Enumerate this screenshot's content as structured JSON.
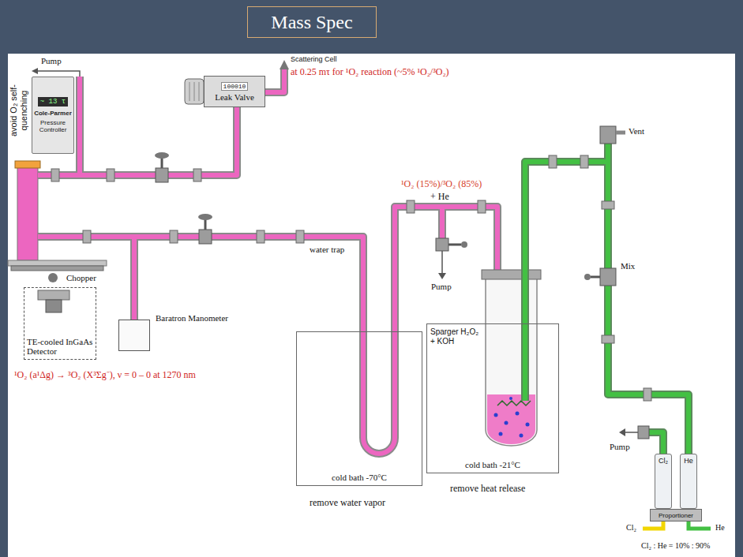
{
  "diagram": {
    "title": "Mass Spec",
    "nodes": [
      {
        "text": [
          "~ 13 τ",
          "Cole-Parmer",
          "Pressure Controller"
        ]
      },
      {
        "text": [
          "100010",
          "Leak Valve"
        ]
      },
      {
        "text": [
          "TE-cooled InGaAs Detector"
        ]
      },
      {
        "text": [
          "Baratron Manometer"
        ]
      },
      {
        "text": [
          "cold bath -70°C"
        ]
      },
      {
        "text": [
          "Sparger H₂O₂ + KOH",
          "cold bath -21°C"
        ]
      },
      {
        "text": [
          "Cl₂"
        ]
      },
      {
        "text": [
          "He"
        ]
      },
      {
        "text": [
          "Proportioner"
        ]
      }
    ],
    "labels": [
      "avoid O₂ self-quenching",
      "Pump",
      "Scattering Cell",
      "at 0.25 mτ for ¹O₂ reaction (~5% ¹O₂/³O₂)",
      "Chopper",
      "¹O₂ (a¹Δg) → ³O₂ (X³Σg⁻), ν = 0 – 0 at 1270 nm",
      "water trap",
      "remove water vapor",
      "¹O₂ (15%)/³O₂ (85%)",
      "+ He",
      "Pump",
      "remove heat release",
      "Vent",
      "Mix",
      "Pump",
      "Cl₂",
      "He",
      "Cl₂ : He = 10% : 90%"
    ]
  }
}
